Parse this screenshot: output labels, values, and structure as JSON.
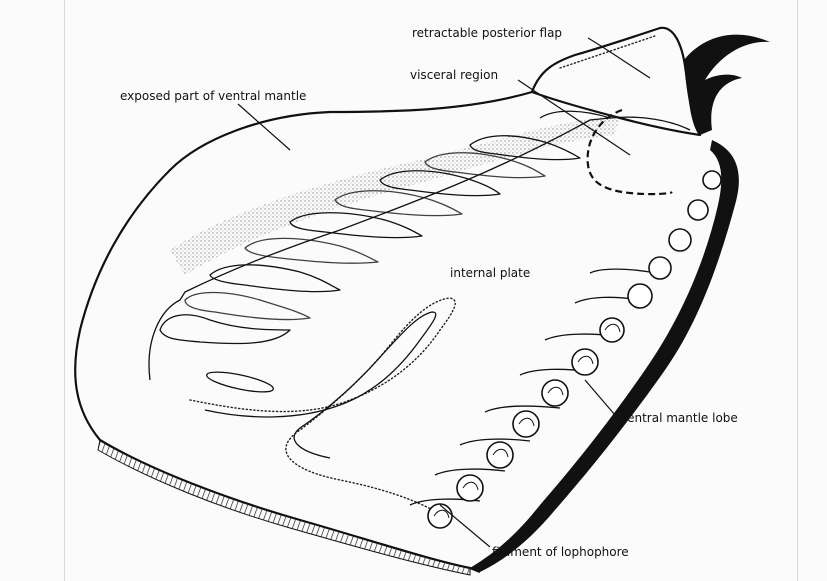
{
  "labels": {
    "retractable_posterior_flap": "retractable posterior flap",
    "visceral_region": "visceral region",
    "exposed_ventral_mantle": "exposed part of ventral mantle",
    "internal_plate": "internal plate",
    "ventral_mantle_lobe": "ventral mantle lobe",
    "filament_of_lophophore": "filament of lophophore"
  },
  "colors": {
    "ink": "#111111",
    "paper": "#fbfbfb"
  }
}
